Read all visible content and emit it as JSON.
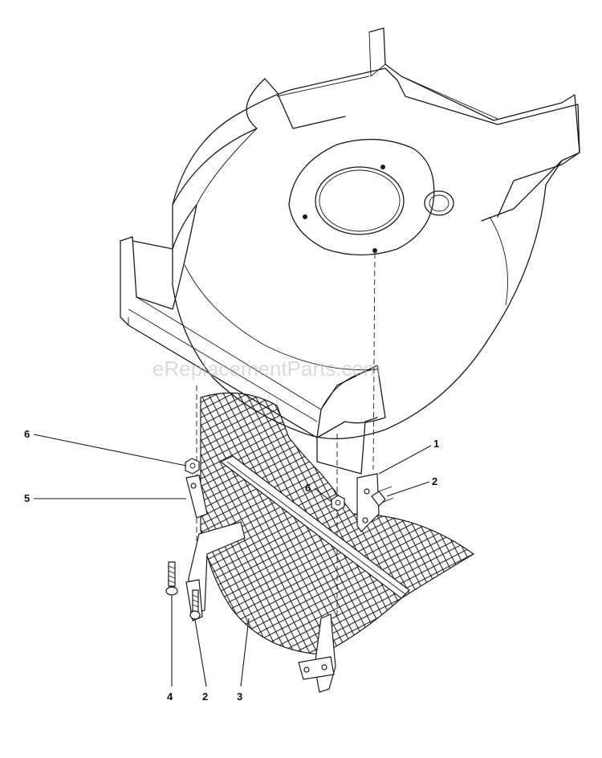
{
  "watermark": "eReplacementParts.com",
  "callouts": {
    "c1": "1",
    "c2a": "2",
    "c2b": "2",
    "c3": "3",
    "c4": "4",
    "c5": "5",
    "c6a": "6",
    "c6b": "6"
  }
}
